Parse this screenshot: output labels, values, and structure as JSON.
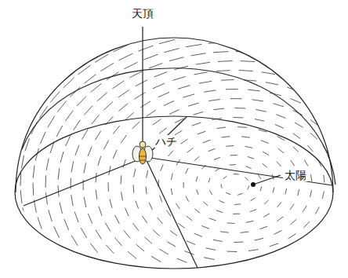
{
  "diagram": {
    "labels": [
      "天頂",
      "ハチ",
      "太陽"
    ]
  }
}
